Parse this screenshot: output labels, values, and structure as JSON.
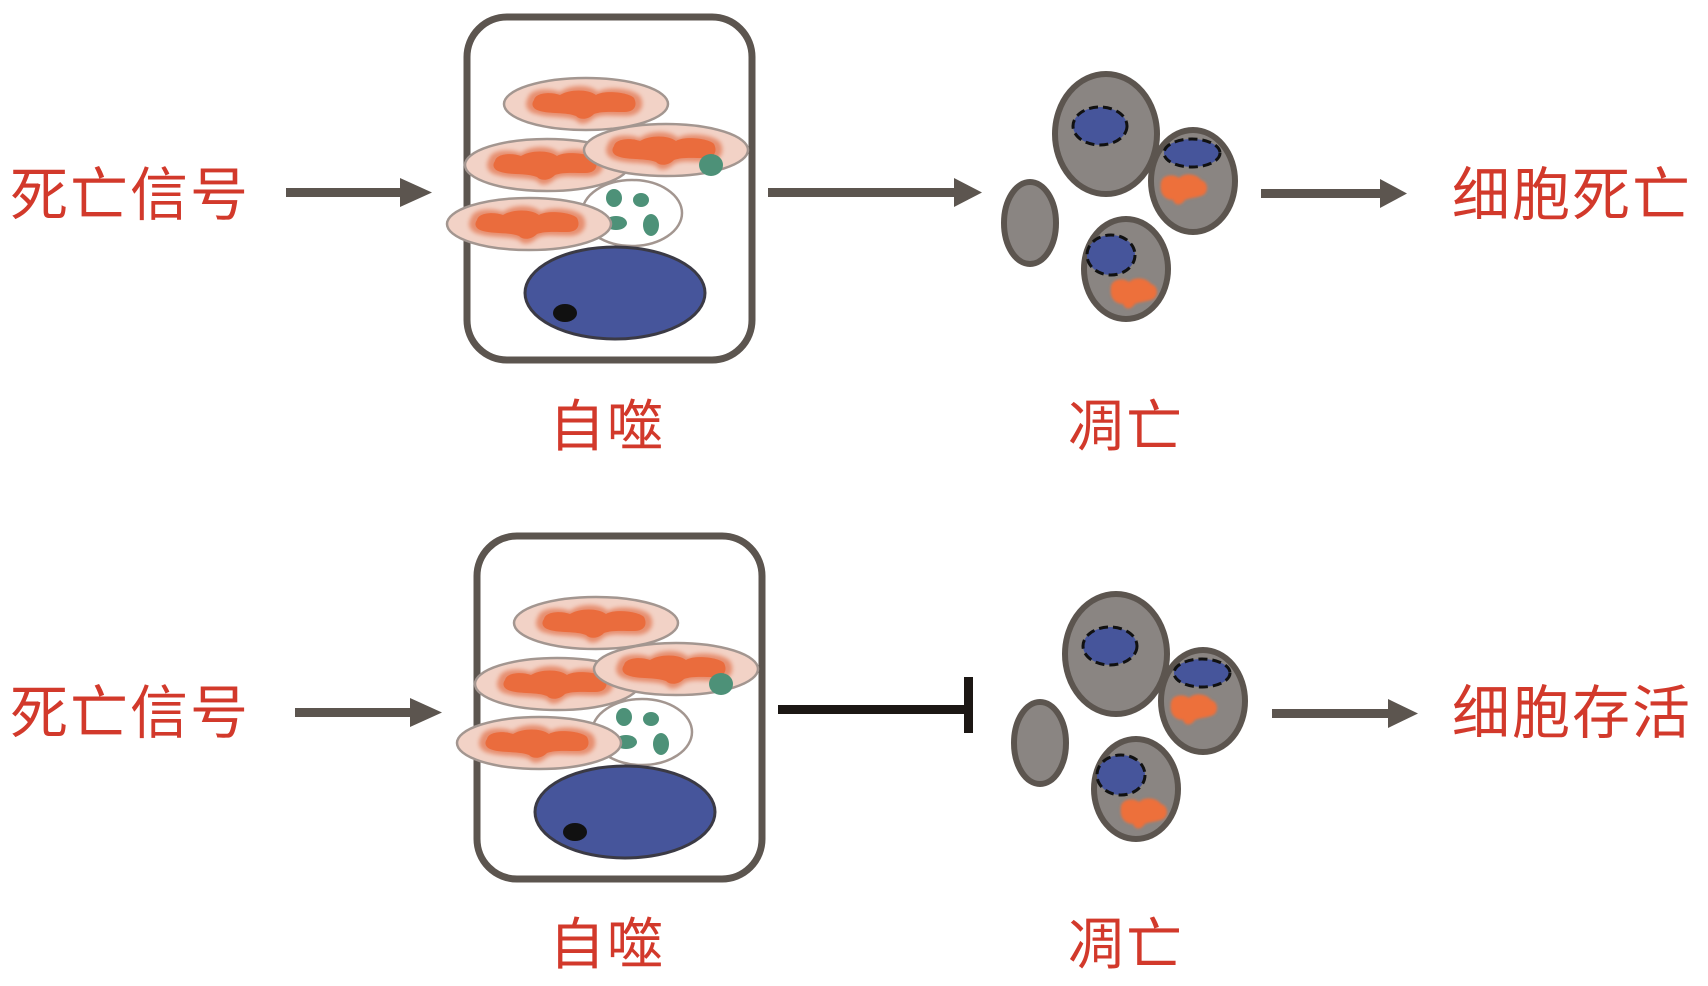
{
  "title": "Autophagy inhibits apoptosis pathway diagram",
  "colors": {
    "label_red": "#d2392b",
    "arrow_gray": "#5c554f",
    "inhibitor_black": "#1c1714",
    "cell_outline": "#5c554f",
    "nucleus_blue": "#46559b",
    "mito_fill": "#f2d2c6",
    "mito_core": "#e8703f",
    "mito_outline": "#a39690",
    "vesicle_green": "#4d9178",
    "apoptotic_body_fill": "#8a8582",
    "nucleolus_black": "#111111"
  },
  "rows": [
    {
      "id": "top",
      "input_label": "死亡信号",
      "stage1_label": "自噬",
      "stage2_label": "凋亡",
      "stage1_to_stage2": "arrow",
      "outcome_label": "细胞死亡"
    },
    {
      "id": "bottom",
      "input_label": "死亡信号",
      "stage1_label": "自噬",
      "stage2_label": "凋亡",
      "stage1_to_stage2": "inhibition",
      "outcome_label": "细胞存活"
    }
  ]
}
